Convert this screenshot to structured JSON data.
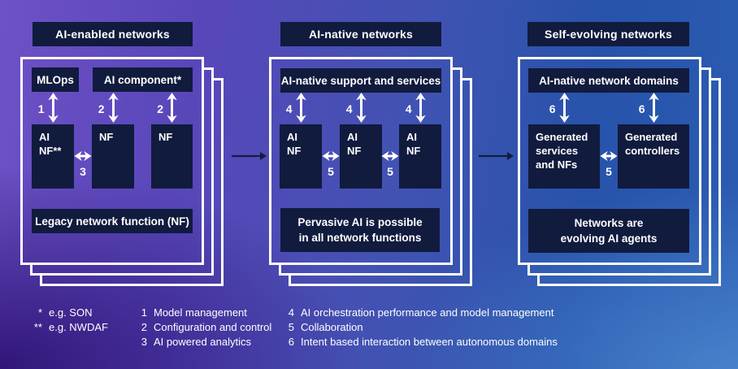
{
  "colors": {
    "background_top_left": "#6f51c7",
    "background_bottom_left": "#37197d",
    "background_top_right": "#1d4fa8",
    "background_bottom_right": "#3a7ac8",
    "box_fill": "#111b3e",
    "panel_border": "#ffffff",
    "text": "#ffffff",
    "flow_arrow": "#141d40"
  },
  "panels": [
    {
      "title": "AI-enabled networks",
      "top_boxes": [
        "MLOps",
        "AI component*"
      ],
      "mid_boxes": [
        [
          "AI",
          "NF**"
        ],
        [
          "NF"
        ],
        [
          "NF"
        ]
      ],
      "v_labels": [
        "1",
        "2",
        "2"
      ],
      "h_labels": [
        "3"
      ],
      "bottom_lines": [
        "Legacy network function (NF)"
      ]
    },
    {
      "title": "AI-native networks",
      "top_boxes": [
        "AI-native support and services"
      ],
      "mid_boxes": [
        [
          "AI",
          "NF"
        ],
        [
          "AI",
          "NF"
        ],
        [
          "AI",
          "NF"
        ]
      ],
      "v_labels": [
        "4",
        "4",
        "4"
      ],
      "h_labels": [
        "5",
        "5"
      ],
      "bottom_lines": [
        "Pervasive AI is possible",
        "in all network functions"
      ]
    },
    {
      "title": "Self-evolving networks",
      "top_boxes": [
        "AI-native network domains"
      ],
      "mid_boxes": [
        [
          "Generated",
          "services",
          "and NFs"
        ],
        [
          "Generated",
          "controllers"
        ]
      ],
      "v_labels": [
        "6",
        "6"
      ],
      "h_labels": [
        "5"
      ],
      "bottom_lines": [
        "Networks are",
        "evolving AI agents"
      ]
    }
  ],
  "footnotes": [
    {
      "marker": "*",
      "text": "e.g. SON"
    },
    {
      "marker": "**",
      "text": "e.g. NWDAF"
    }
  ],
  "legend": {
    "col1": [
      {
        "num": "1",
        "text": "Model management"
      },
      {
        "num": "2",
        "text": "Configuration and control"
      },
      {
        "num": "3",
        "text": "AI powered analytics"
      }
    ],
    "col2": [
      {
        "num": "4",
        "text": "AI orchestration performance and model management"
      },
      {
        "num": "5",
        "text": "Collaboration"
      },
      {
        "num": "6",
        "text": "Intent based interaction between autonomous domains"
      }
    ]
  }
}
